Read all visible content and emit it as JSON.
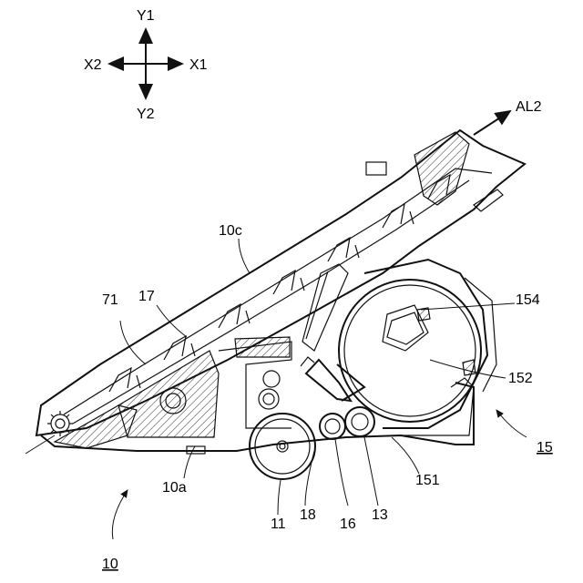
{
  "axes": {
    "up": "Y1",
    "down": "Y2",
    "left": "X2",
    "right": "X1"
  },
  "arrow_label": "AL2",
  "labels": {
    "l10c": "10c",
    "l71": "71",
    "l17": "17",
    "l154": "154",
    "l152": "152",
    "l15": "15",
    "l151": "151",
    "l10a": "10a",
    "l18": "18",
    "l16": "16",
    "l13": "13",
    "l11": "11",
    "l10": "10"
  }
}
